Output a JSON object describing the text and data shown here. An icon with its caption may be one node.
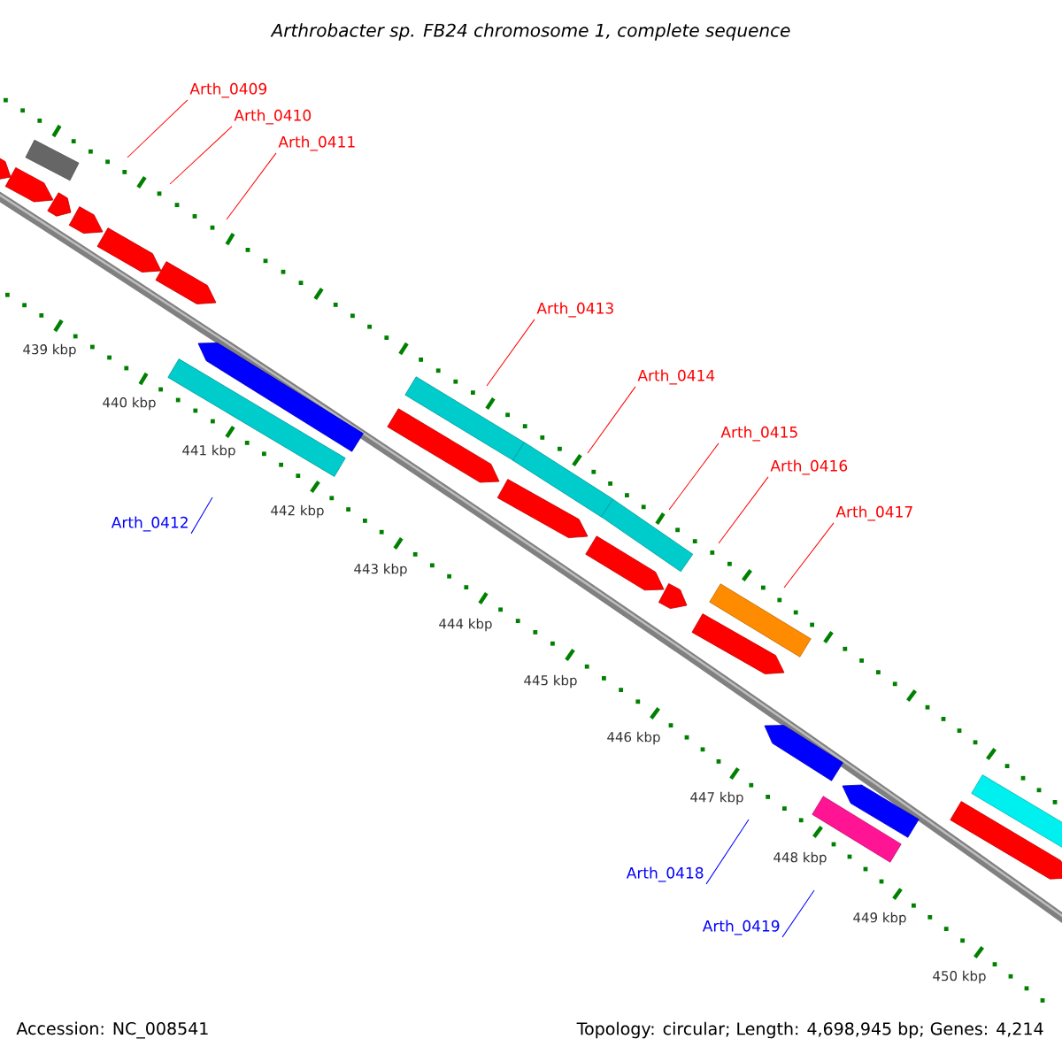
{
  "diagram": {
    "title": "Arthrobacter sp. FB24 chromosome 1, complete sequence",
    "nodes": [
      {
        "text": [
          "Arth_0409"
        ]
      },
      {
        "text": [
          "Arth_0410"
        ]
      },
      {
        "text": [
          "Arth_0411"
        ]
      },
      {
        "text": [
          "Arth_0412"
        ]
      },
      {
        "text": [
          "Arth_0413"
        ]
      },
      {
        "text": [
          "Arth_0414"
        ]
      },
      {
        "text": [
          "Arth_0415"
        ]
      },
      {
        "text": [
          "Arth_0416"
        ]
      },
      {
        "text": [
          "Arth_0417"
        ]
      },
      {
        "text": [
          "Arth_0418"
        ]
      },
      {
        "text": [
          "Arth_0419"
        ]
      }
    ],
    "edges": [
      {
        "from": 0,
        "to": null,
        "arrow": "none"
      },
      {
        "from": 1,
        "to": null,
        "arrow": "none"
      },
      {
        "from": 2,
        "to": null,
        "arrow": "none"
      },
      {
        "from": 3,
        "to": null,
        "arrow": "none",
        "color": "#0000ff"
      },
      {
        "from": 4,
        "to": null,
        "arrow": "none"
      },
      {
        "from": 5,
        "to": null,
        "arrow": "none"
      },
      {
        "from": 6,
        "to": null,
        "arrow": "none"
      },
      {
        "from": 7,
        "to": null,
        "arrow": "none"
      },
      {
        "from": 8,
        "to": null,
        "arrow": "none"
      },
      {
        "from": 9,
        "to": null,
        "arrow": "none",
        "color": "#0000ff"
      },
      {
        "from": 10,
        "to": null,
        "arrow": "none",
        "color": "#0000ff"
      }
    ],
    "labels": [
      "439 kbp",
      "440 kbp",
      "441 kbp",
      "442 kbp",
      "443 kbp",
      "444 kbp",
      "445 kbp",
      "446 kbp",
      "447 kbp",
      "448 kbp",
      "449 kbp",
      "450 kbp",
      "Accession: NC_008541",
      "Topology: circular; Length: 4,698,945 bp; Genes: 4,214"
    ]
  }
}
